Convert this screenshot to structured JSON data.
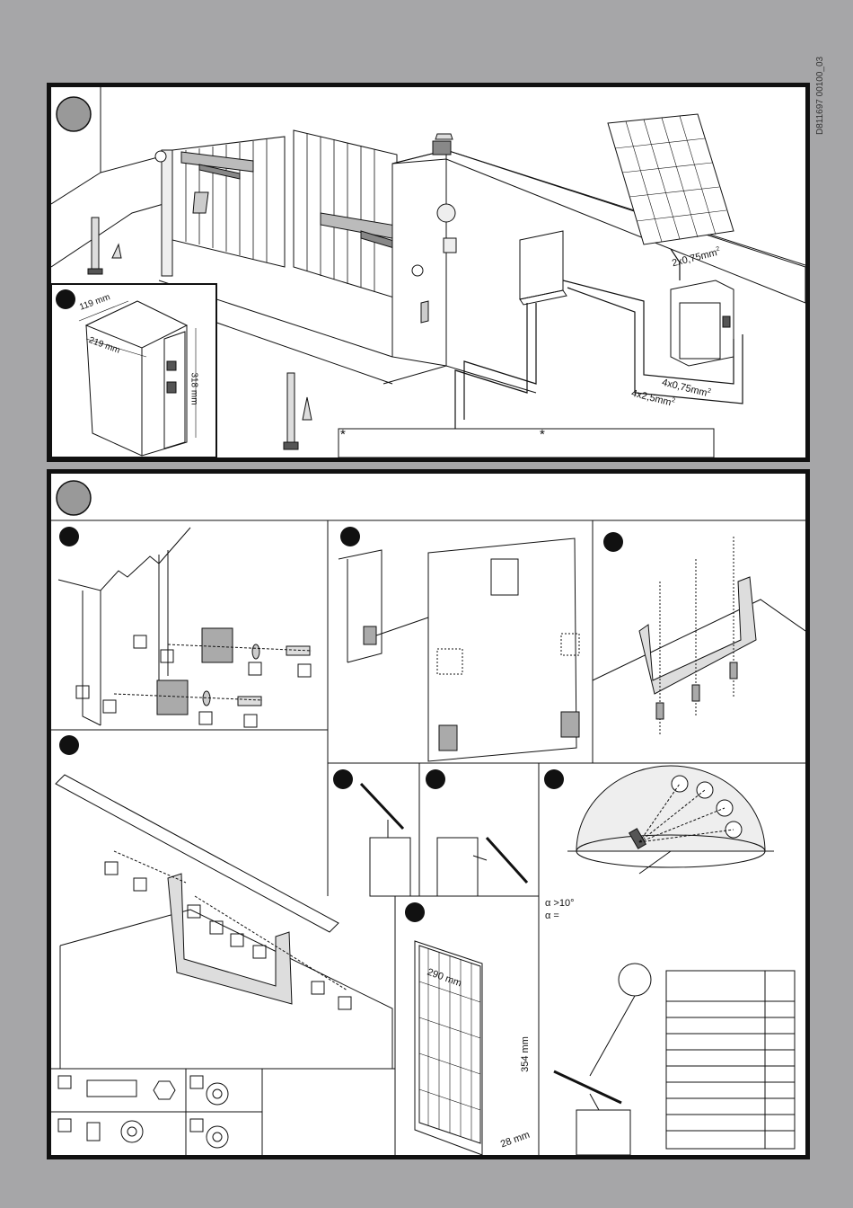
{
  "doc_code": "D811697 00100_03",
  "panel_a": {
    "dims": {
      "width": "119 mm",
      "depth": "219 mm",
      "height": "318 mm"
    },
    "cables": {
      "panel": "2x0,75mm",
      "motor": "4x0,75mm",
      "power": "4x2,5mm",
      "sup": "2"
    },
    "note_star_1": "*",
    "note_star_2": "*"
  },
  "panel_b": {
    "angle_min": "α >10°",
    "angle_eq": "α =",
    "panel_dims": {
      "w": "290 mm",
      "h": "354 mm",
      "d": "28 mm"
    }
  },
  "colors": {
    "ink": "#111111",
    "paper": "#ffffff",
    "bg": "#a6a6a8",
    "fill": "#9a9a9a"
  }
}
